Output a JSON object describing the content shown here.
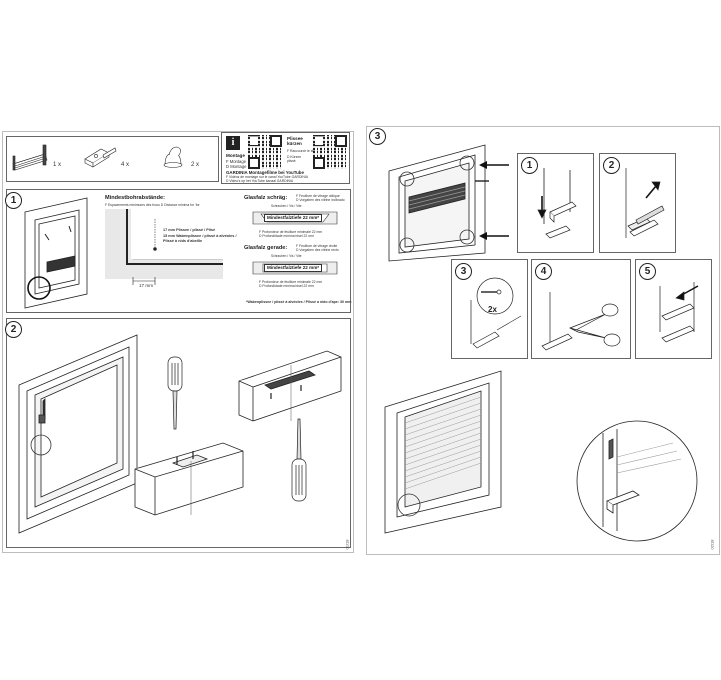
{
  "left_page": {
    "parts_box": {
      "qty_1": "1 x",
      "qty_2": "4 x",
      "qty_3": "2 x",
      "montage_title": "Montage",
      "montage_lines": [
        "F  Montage",
        "D  Montage"
      ],
      "plissee_title": "Plissee kürzen",
      "plissee_lines": [
        "F  Raccourcir le store plissé",
        "D  Kürzen",
        "   plissé"
      ],
      "youtube_title": "GARDINIA Montagefilme bei YouTube",
      "youtube_lines": [
        "F  Vidéos de montage sur le canal YouTube GARDINIA",
        "D  Video's op het YouTube kanaal GARDINIA"
      ]
    },
    "step1": {
      "number": "1",
      "min_title": "Mindestbohrabstände:",
      "min_sub": "F  Espacements minimums des trous    D  Distance minima for 'for",
      "dim_lines": [
        "17 mm Plissee / plissé / Plisé",
        "15 mm Wabenplissee / plissé à alvéoles /",
        "Plissé à nids d'abeille"
      ],
      "dim_label": "17 mm",
      "glass_oblique_title": "Glasfalz schräg:",
      "glass_oblique_sub": [
        "F  Feuillure de vitrage oblique",
        "D  Vorgaben des vitrine inclinado"
      ],
      "glass_oblique_label": "Mindestfalztiefe 22 mm*",
      "glass_oblique_foot": [
        "F  Profondeur de feuillure minimale 22 mm",
        "D  Profondidade mínima bisel 22 mm"
      ],
      "glass_straight_title": "Glasfalz gerade:",
      "glass_straight_sub": [
        "F  Feuillure de vitrage droite",
        "D  Vorgaben des vitrine recto"
      ],
      "glass_straight_label": "Mindestfalztiefe 22 mm*",
      "glass_straight_foot": [
        "F  Profondeur de feuillure minimale 22 mm",
        "D  Profondidade mínima bisel 22 mm"
      ],
      "footnote": "*Wabenplissee / plissé à alvéoles / Plissé a nido d'ape: 30 mm",
      "tag_small": "Schrauben / Vis / Vite"
    },
    "step2": {
      "number": "2"
    },
    "page_code": "01/18"
  },
  "right_page": {
    "step3": {
      "number": "3"
    },
    "sub1": {
      "number": "1"
    },
    "sub2": {
      "number": "2"
    },
    "sub3": {
      "number": "3",
      "qty": "2x"
    },
    "sub4": {
      "number": "4"
    },
    "sub5": {
      "number": "5"
    },
    "page_code": "02/18"
  }
}
